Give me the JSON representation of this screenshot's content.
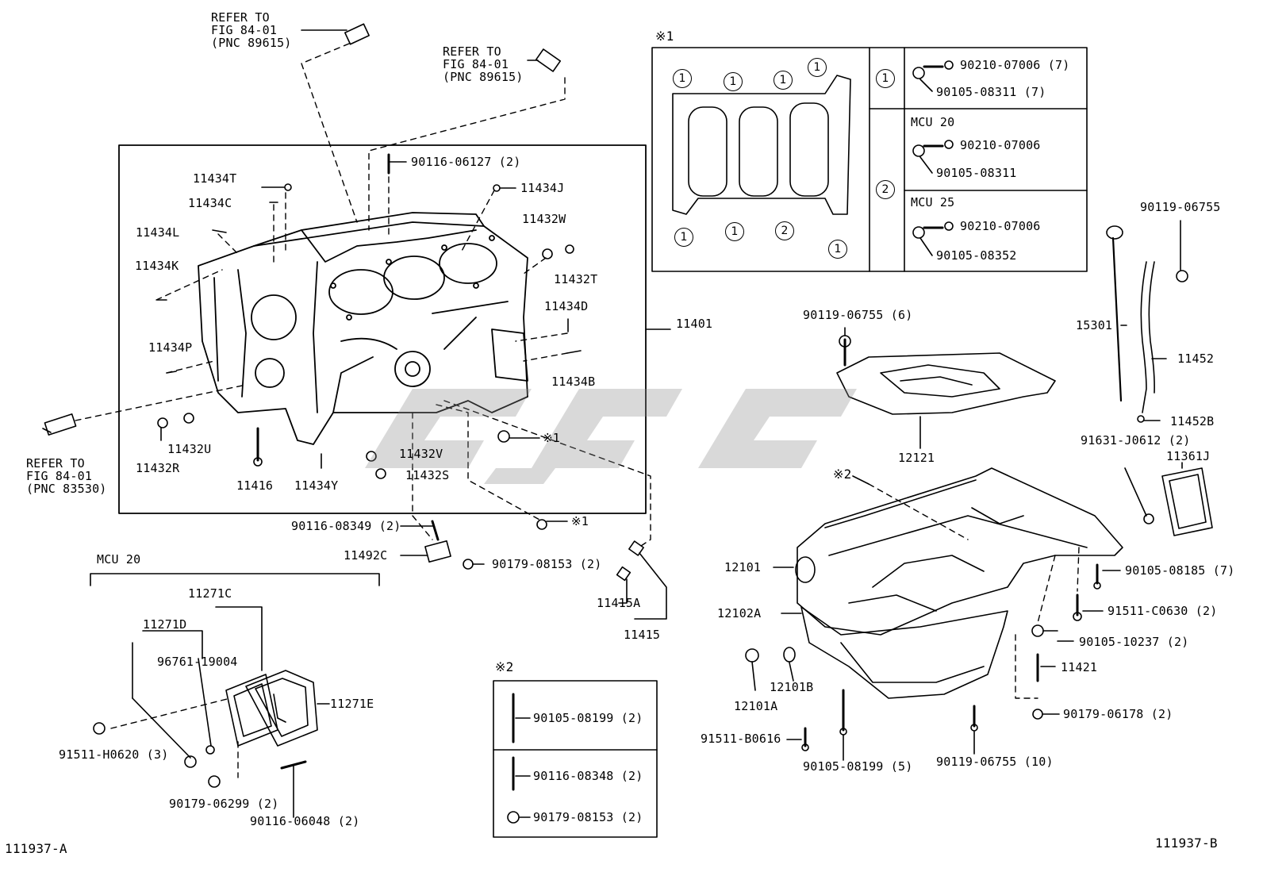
{
  "diagram": {
    "id_left": "111937-A",
    "id_right": "111937-B",
    "refs": {
      "top1": "REFER TO\nFIG 84-01\n(PNC 89615)",
      "top2": "REFER TO\nFIG 84-01\n(PNC 89615)",
      "left": "REFER TO\nFIG 84-01\n(PNC 83530)"
    },
    "block_parts": {
      "p90116_06127": "90116-06127 (2)",
      "p11434T": "11434T",
      "p11434C": "11434C",
      "p11434J": "11434J",
      "p11434L": "11434L",
      "p11432W": "11432W",
      "p11434K": "11434K",
      "p11432T": "11432T",
      "p11434D": "11434D",
      "p11401": "11401",
      "p11434P": "11434P",
      "p11434B": "11434B",
      "p11432U": "11432U",
      "p11432R": "11432R",
      "p11416": "11416",
      "p11434Y": "11434Y",
      "p11432V": "11432V",
      "p11432S": "11432S",
      "p_note1": "※1"
    },
    "below_block": {
      "p90116_08349": "90116-08349 (2)",
      "note1": "※1",
      "p11492C": "11492C",
      "p90179_08153": "90179-08153 (2)",
      "p11415A": "11415A",
      "p11415": "11415"
    },
    "mcu20_group": {
      "title": "MCU 20",
      "p11271C": "11271C",
      "p11271D": "11271D",
      "p96761": "96761-19004",
      "p11271E": "11271E",
      "p91511_H0620": "91511-H0620 (3)",
      "p90179_06299": "90179-06299 (2)",
      "p90116_06048": "90116-06048 (2)"
    },
    "note2_box": {
      "title": "※2",
      "items": [
        "90105-08199 (2)",
        "90116-08348 (2)",
        "90179-08153 (2)"
      ]
    },
    "note1_box": {
      "title": "※1",
      "circles_top": [
        "1",
        "1",
        "1",
        "1"
      ],
      "circles_bottom": [
        "1",
        "1",
        "2",
        "1"
      ],
      "row1_num": "1",
      "row1_a": "90210-07006 (7)",
      "row1_b": "90105-08311 (7)",
      "row2_num": "2",
      "mcu20": "MCU 20",
      "mcu20_a": "90210-07006",
      "mcu20_b": "90105-08311",
      "mcu25": "MCU 25",
      "mcu25_a": "90210-07006",
      "mcu25_b": "90105-08352"
    },
    "right_parts": {
      "p90119_06755_top": "90119-06755",
      "p15301": "15301",
      "p11452": "11452",
      "p11452B": "11452B",
      "p90119_06755_6": "90119-06755 (6)",
      "p12121": "12121",
      "p91631": "91631-J0612 (2)",
      "p11361J": "11361J",
      "note2": "※2",
      "p12101": "12101",
      "p90105_08185": "90105-08185 (7)",
      "p12102A": "12102A",
      "p91511_C0630": "91511-C0630 (2)",
      "p90105_10237": "90105-10237 (2)",
      "p11421": "11421",
      "p12101B": "12101B",
      "p12101A": "12101A",
      "p90179_06178": "90179-06178 (2)",
      "p91511_B0616": "91511-B0616",
      "p90105_08199_5": "90105-08199 (5)",
      "p90119_06755_10": "90119-06755 (10)"
    }
  }
}
